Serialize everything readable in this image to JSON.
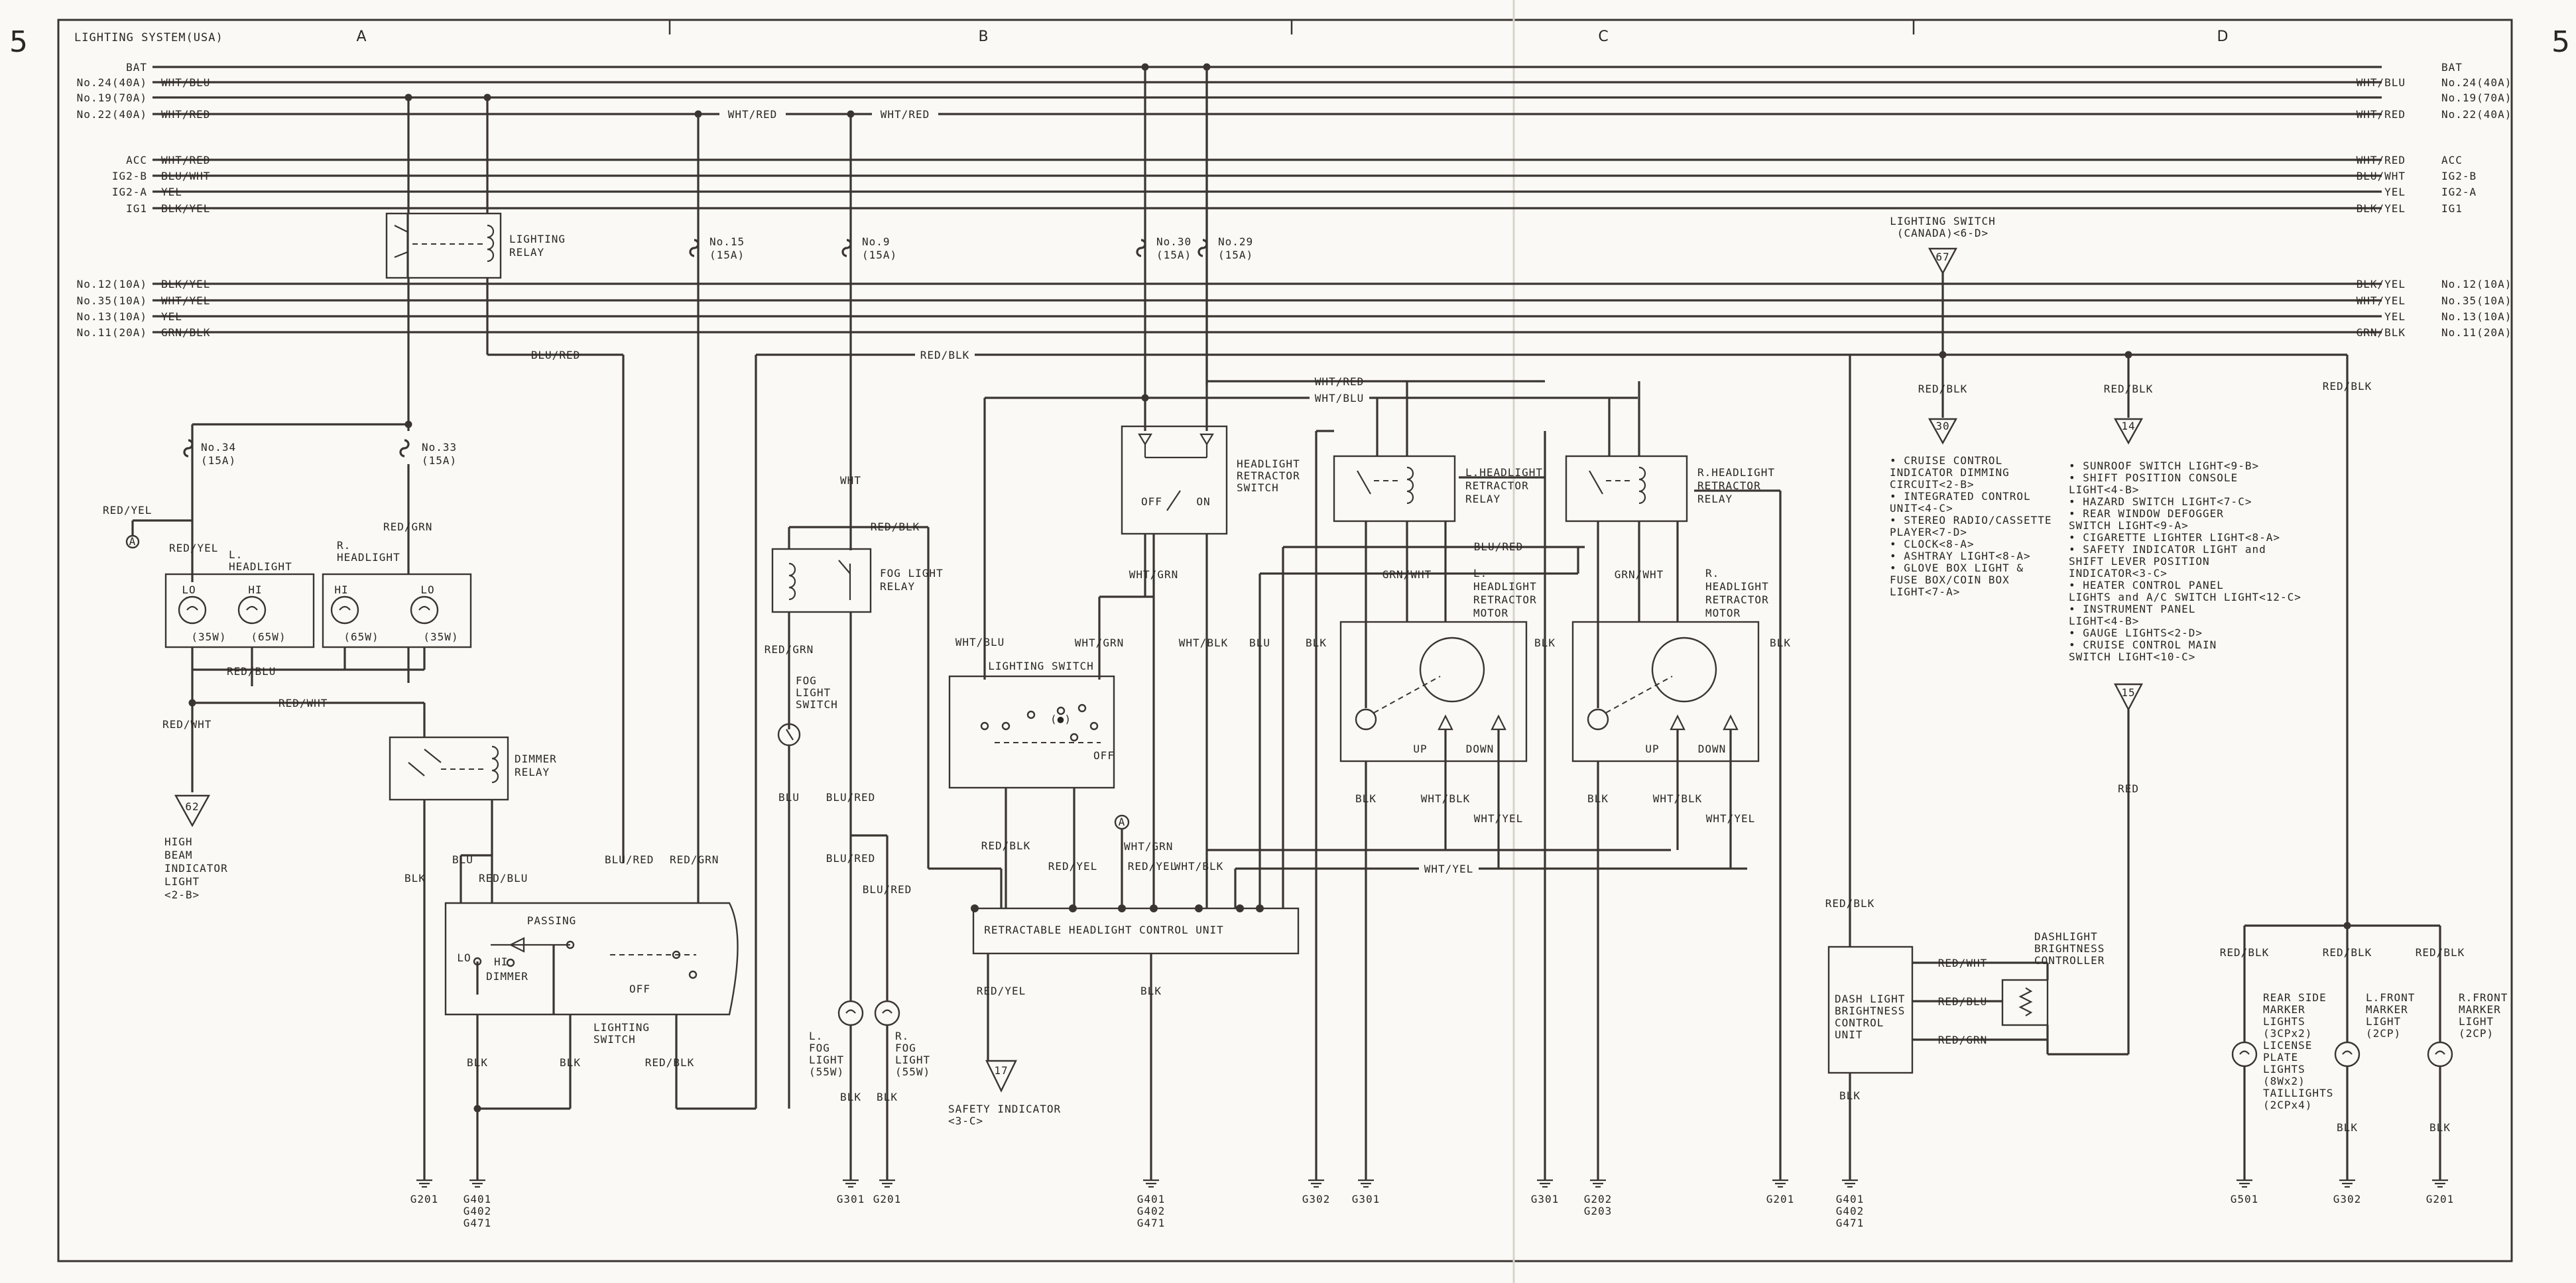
{
  "page": {
    "number": "5",
    "title": "LIGHTING SYSTEM(USA)",
    "zones": [
      "A",
      "B",
      "C",
      "D"
    ]
  },
  "rails_left": [
    {
      "name": "BAT",
      "wire": ""
    },
    {
      "name": "No.24(40A)",
      "wire": "WHT/BLU"
    },
    {
      "name": "No.19(70A)",
      "wire": ""
    },
    {
      "name": "No.22(40A)",
      "wire": "WHT/RED"
    },
    {
      "name": "ACC",
      "wire": "WHT/RED"
    },
    {
      "name": "IG2-B",
      "wire": "BLU/WHT"
    },
    {
      "name": "IG2-A",
      "wire": "YEL"
    },
    {
      "name": "IG1",
      "wire": "BLK/YEL"
    },
    {
      "name": "No.12(10A)",
      "wire": "BLK/YEL"
    },
    {
      "name": "No.35(10A)",
      "wire": "WHT/YEL"
    },
    {
      "name": "No.13(10A)",
      "wire": "YEL"
    },
    {
      "name": "No.11(20A)",
      "wire": "GRN/BLK"
    }
  ],
  "rails_right": [
    {
      "name": "BAT",
      "wire": ""
    },
    {
      "name": "No.24(40A)",
      "wire": "WHT/BLU"
    },
    {
      "name": "No.19(70A)",
      "wire": ""
    },
    {
      "name": "No.22(40A)",
      "wire": "WHT/RED"
    },
    {
      "name": "ACC",
      "wire": "WHT/RED"
    },
    {
      "name": "IG2-B",
      "wire": "BLU/WHT"
    },
    {
      "name": "IG2-A",
      "wire": "YEL"
    },
    {
      "name": "IG1",
      "wire": "BLK/YEL"
    },
    {
      "name": "No.12(10A)",
      "wire": "BLK/YEL"
    },
    {
      "name": "No.35(10A)",
      "wire": "WHT/YEL"
    },
    {
      "name": "No.13(10A)",
      "wire": "YEL"
    },
    {
      "name": "No.11(20A)",
      "wire": "GRN/BLK"
    }
  ],
  "fuses": [
    {
      "no": "No.15",
      "amp": "(15A)"
    },
    {
      "no": "No.9",
      "amp": "(15A)"
    },
    {
      "no": "No.30",
      "amp": "(15A)"
    },
    {
      "no": "No.29",
      "amp": "(15A)"
    },
    {
      "no": "No.34",
      "amp": "(15A)"
    },
    {
      "no": "No.33",
      "amp": "(15A)"
    }
  ],
  "components": {
    "lighting_relay": [
      "LIGHTING",
      "RELAY"
    ],
    "fog_light_relay": [
      "FOG LIGHT",
      "RELAY"
    ],
    "fog_light_switch": [
      "FOG",
      "LIGHT",
      "SWITCH"
    ],
    "headlight_retractor_switch": [
      "HEADLIGHT",
      "RETRACTOR",
      "SWITCH"
    ],
    "retractor_off": "OFF",
    "retractor_on": "ON",
    "l_retractor_relay": [
      "L.HEADLIGHT",
      "RETRACTOR",
      "RELAY"
    ],
    "r_retractor_relay": [
      "R.HEADLIGHT",
      "RETRACTOR",
      "RELAY"
    ],
    "l_retractor_motor": [
      "L.",
      "HEADLIGHT",
      "RETRACTOR",
      "MOTOR"
    ],
    "r_retractor_motor": [
      "R.",
      "HEADLIGHT",
      "RETRACTOR",
      "MOTOR"
    ],
    "up": "UP",
    "down": "DOWN",
    "lighting_switch_upper": "LIGHTING SWITCH",
    "off": "OFF",
    "control_unit": "RETRACTABLE HEADLIGHT CONTROL UNIT",
    "l_headlight": [
      "L.",
      "HEADLIGHT"
    ],
    "r_headlight": [
      "R.",
      "HEADLIGHT"
    ],
    "lo": "LO",
    "hi": "HI",
    "w35": "(35W)",
    "w65": "(65W)",
    "dimmer_relay": [
      "DIMMER",
      "RELAY"
    ],
    "high_beam": [
      "HIGH",
      "BEAM",
      "INDICATOR",
      "LIGHT",
      "<2-B>"
    ],
    "high_beam_ref": "62",
    "passing": "PASSING",
    "dimmer": "DIMMER",
    "lighting_switch_lower": [
      "LIGHTING",
      "SWITCH"
    ],
    "l_fog": [
      "L.",
      "FOG",
      "LIGHT",
      "(55W)"
    ],
    "r_fog": [
      "R.",
      "FOG",
      "LIGHT",
      "(55W)"
    ],
    "safety_indicator": [
      "SAFETY INDICATOR",
      "<3-C>"
    ],
    "safety_ref": "17",
    "circle_a": "A",
    "lighting_switch_canada": [
      "LIGHTING SWITCH",
      "(CANADA)<6-D>"
    ],
    "ref_67": "67",
    "ref_30": "30",
    "ref_14": "14",
    "ref_15": "15",
    "list_30": [
      "CRUISE CONTROL",
      "INDICATOR DIMMING",
      "CIRCUIT<2-B>",
      "INTEGRATED CONTROL",
      "UNIT<4-C>",
      "STEREO RADIO/CASSETTE",
      "PLAYER<7-D>",
      "CLOCK<8-A>",
      "ASHTRAY LIGHT<8-A>",
      "GLOVE BOX LIGHT &",
      "FUSE BOX/COIN BOX",
      "LIGHT<7-A>"
    ],
    "list_30_bullets": [
      0,
      3,
      5,
      7,
      8,
      9
    ],
    "list_14": [
      "SUNROOF SWITCH LIGHT<9-B>",
      "SHIFT POSITION CONSOLE",
      "LIGHT<4-B>",
      "HAZARD SWITCH LIGHT<7-C>",
      "REAR WINDOW DEFOGGER",
      "SWITCH LIGHT<9-A>",
      "CIGARETTE LIGHTER LIGHT<8-A>",
      "SAFETY INDICATOR LIGHT and",
      "SHIFT LEVER POSITION",
      "INDICATOR<3-C>",
      "HEATER CONTROL PANEL",
      "LIGHTS and A/C SWITCH LIGHT<12-C>",
      "INSTRUMENT PANEL",
      "LIGHT<4-B>",
      "GAUGE LIGHTS<2-D>",
      "CRUISE CONTROL MAIN",
      "SWITCH LIGHT<10-C>"
    ],
    "list_14_bullets": [
      0,
      1,
      3,
      4,
      6,
      7,
      10,
      12,
      14,
      15
    ],
    "dash_unit": [
      "DASH LIGHT",
      "BRIGHTNESS",
      "CONTROL",
      "UNIT"
    ],
    "dash_controller": [
      "DASHLIGHT",
      "BRIGHTNESS",
      "CONTROLLER"
    ],
    "rear_side": [
      "REAR SIDE",
      "MARKER",
      "LIGHTS",
      "(3CPx2)",
      "LICENSE",
      "PLATE",
      "LIGHTS",
      "(8Wx2)",
      "TAILLIGHTS",
      "(2CPx4)"
    ],
    "l_front_marker": [
      "L.FRONT",
      "MARKER",
      "LIGHT",
      "(2CP)"
    ],
    "r_front_marker": [
      "R.FRONT",
      "MARKER",
      "LIGHT",
      "(2CP)"
    ]
  },
  "wire_labels": {
    "wht_red": "WHT/RED",
    "blu_red": "BLU/RED",
    "red_blk": "RED/BLK",
    "wht_blu": "WHT/BLU",
    "red_yel": "RED/YEL",
    "red_grn": "RED/GRN",
    "red_blu": "RED/BLU",
    "red_wht": "RED/WHT",
    "wht": "WHT",
    "red_grn2": "RED/GRN",
    "blu": "BLU",
    "blu_red2": "BLU/RED",
    "blk": "BLK",
    "wht_grn": "WHT/GRN",
    "wht_blk": "WHT/BLK",
    "grn_wht": "GRN/WHT",
    "wht_yel": "WHT/YEL",
    "red": "RED",
    "red_wht2": "RED/WHT",
    "red_blu2": "RED/BLU",
    "red_grn3": "RED/GRN"
  },
  "grounds": {
    "g201": "G201",
    "g401": "G401",
    "g402": "G402",
    "g471": "G471",
    "g301": "G301",
    "g302": "G302",
    "g202": "G202",
    "g203": "G203",
    "g501": "G501"
  }
}
